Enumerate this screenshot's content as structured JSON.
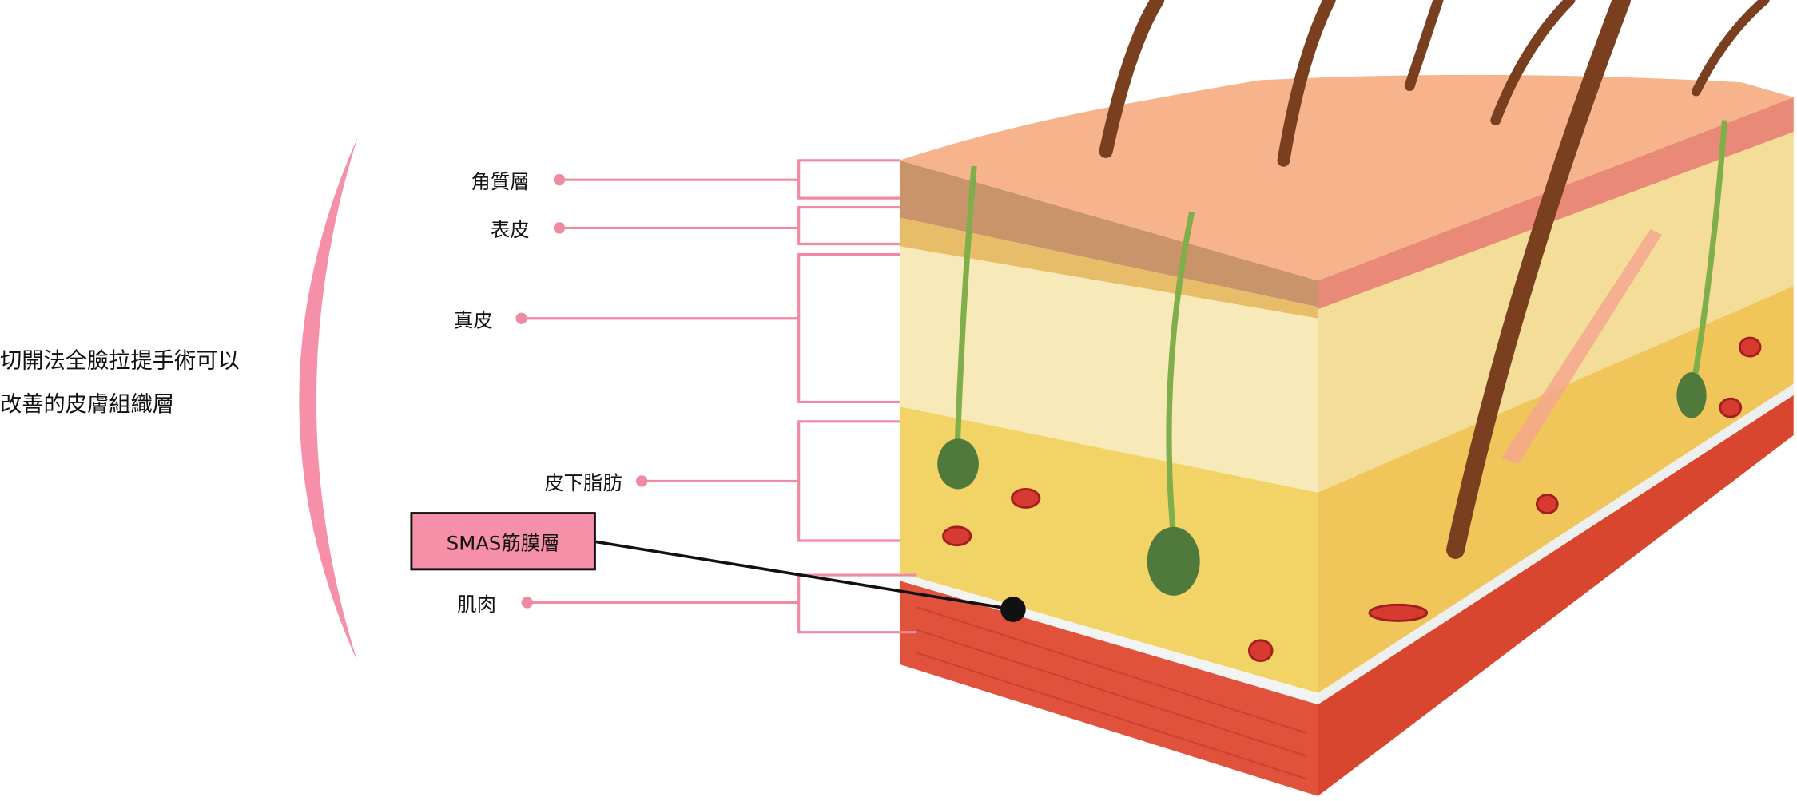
{
  "caption": {
    "line1": "切開法全臉拉提手術可以",
    "line2": "改善的皮膚組織層"
  },
  "layers": [
    {
      "id": "stratum-corneum",
      "label": "角質層"
    },
    {
      "id": "epidermis",
      "label": "表皮"
    },
    {
      "id": "dermis",
      "label": "真皮"
    },
    {
      "id": "subcutaneous-fat",
      "label": "皮下脂肪"
    },
    {
      "id": "smas",
      "label": "SMAS筋膜層"
    },
    {
      "id": "muscle",
      "label": "肌肉"
    }
  ],
  "colors": {
    "accent_pink": "#f68fa8",
    "line_pink": "#f08aa2",
    "muscle_red": "#e0523c",
    "fat_yellow": "#f2d366",
    "dermis_cream": "#f7eab8",
    "skin_top": "#f7b48c"
  }
}
